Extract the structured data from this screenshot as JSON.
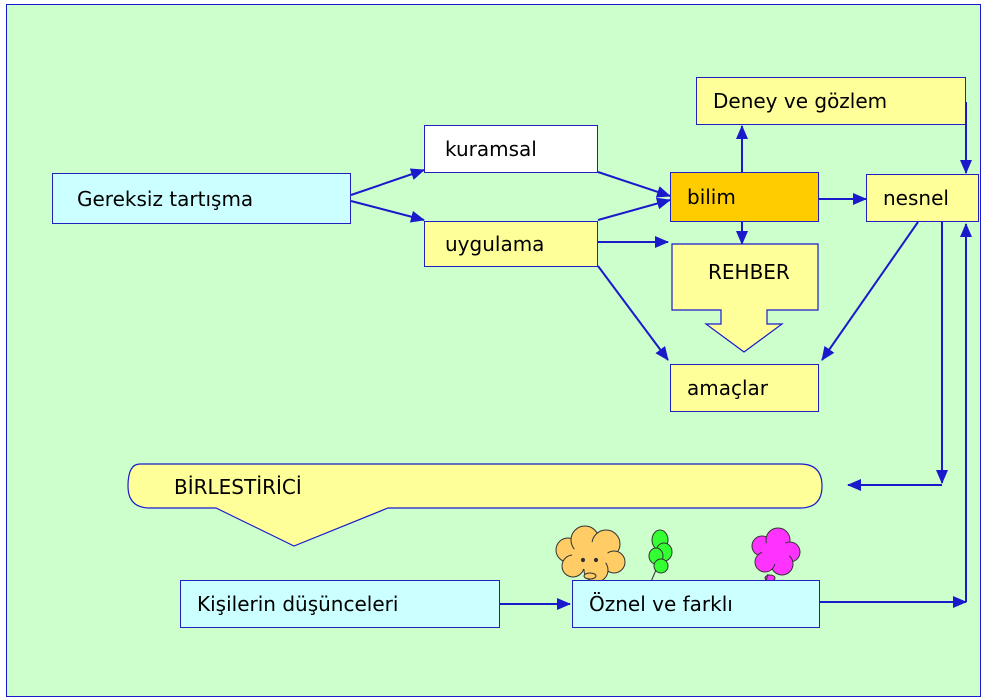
{
  "nodes": {
    "gereksiz": "Gereksiz tartışma",
    "kuramsal": "kuramsal",
    "uygulama": "uygulama",
    "bilim": "bilim",
    "deney": "Deney ve gözlem",
    "nesnel": "nesnel",
    "rehber": "REHBER",
    "amaclar": "amaçlar",
    "birlestirici": "BİRLESTİRİCİ",
    "kisilerin": "Kişilerin düşünceleri",
    "oznel": "Öznel ve farklı"
  },
  "colors": {
    "background": "#ccffcc",
    "line": "#1a1acc",
    "box_cyan": "#ccffff",
    "box_yellow": "#ffff99",
    "box_white": "#ffffff",
    "box_orange": "#ffcc00",
    "cloud_orange": "#ffcc66",
    "cloud_green": "#33ff33",
    "cloud_magenta": "#ff33ff"
  },
  "icons": [
    "thought-cloud-orange-face",
    "thought-cloud-green",
    "thought-cloud-magenta"
  ]
}
